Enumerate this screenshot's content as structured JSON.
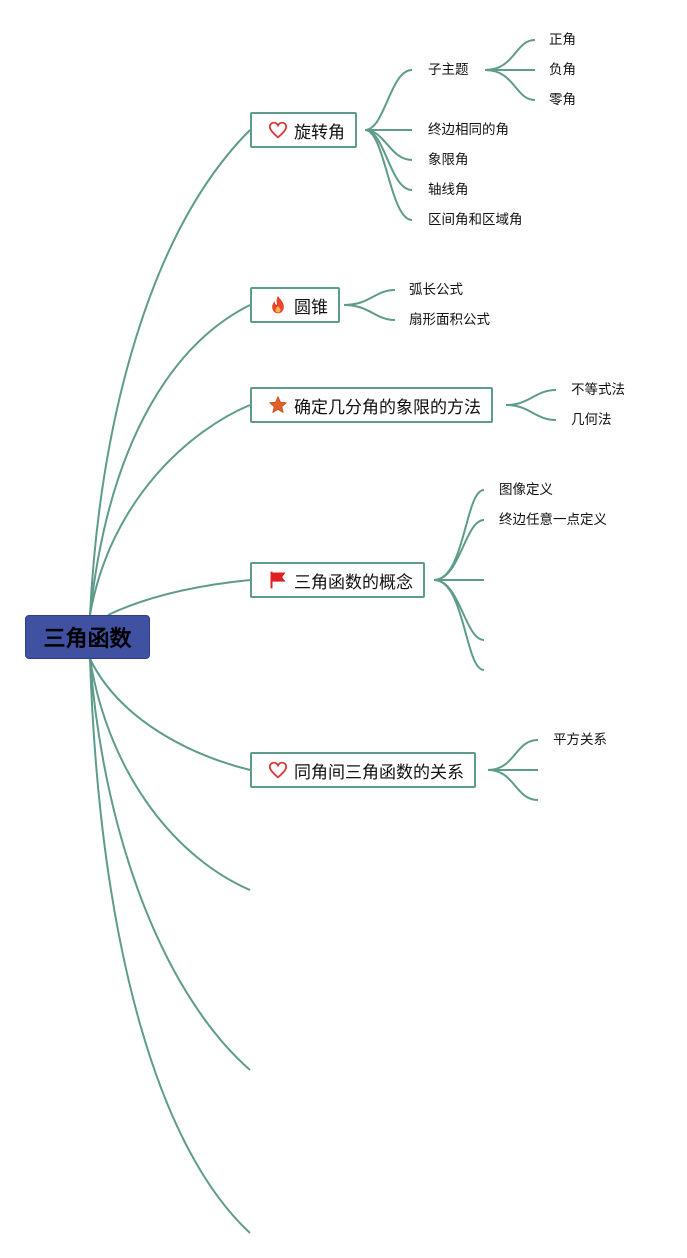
{
  "root": {
    "label": "三角函数"
  },
  "topics": [
    {
      "label": "旋转角",
      "icon": "heart-icon"
    },
    {
      "label": "圆锥",
      "icon": "fire-icon"
    },
    {
      "label": "确定几分角的象限的方法",
      "icon": "star-icon"
    },
    {
      "label": "三角函数的概念",
      "icon": "flag-icon"
    },
    {
      "label": "同角间三角函数的关系",
      "icon": "heart-icon"
    }
  ],
  "t1": {
    "sub": "子主题",
    "sub_children": [
      "正角",
      "负角",
      "零角"
    ],
    "items": [
      "终边相同的角",
      "象限角",
      "轴线角",
      "区间角和区域角"
    ]
  },
  "t2": {
    "items": [
      "弧长公式",
      "扇形面积公式"
    ]
  },
  "t3": {
    "items": [
      "不等式法",
      "几何法"
    ]
  },
  "t4": {
    "items": [
      "图像定义",
      "终边任意一点定义"
    ]
  },
  "t5": {
    "items": [
      "平方关系"
    ]
  },
  "colors": {
    "line": "#5f9b8a",
    "root_bg": "#3f51a0",
    "border": "#5f9b8a",
    "heart": "#d9383a",
    "fire": "#e8452c",
    "star": "#e0602b",
    "flag": "#e02020"
  }
}
